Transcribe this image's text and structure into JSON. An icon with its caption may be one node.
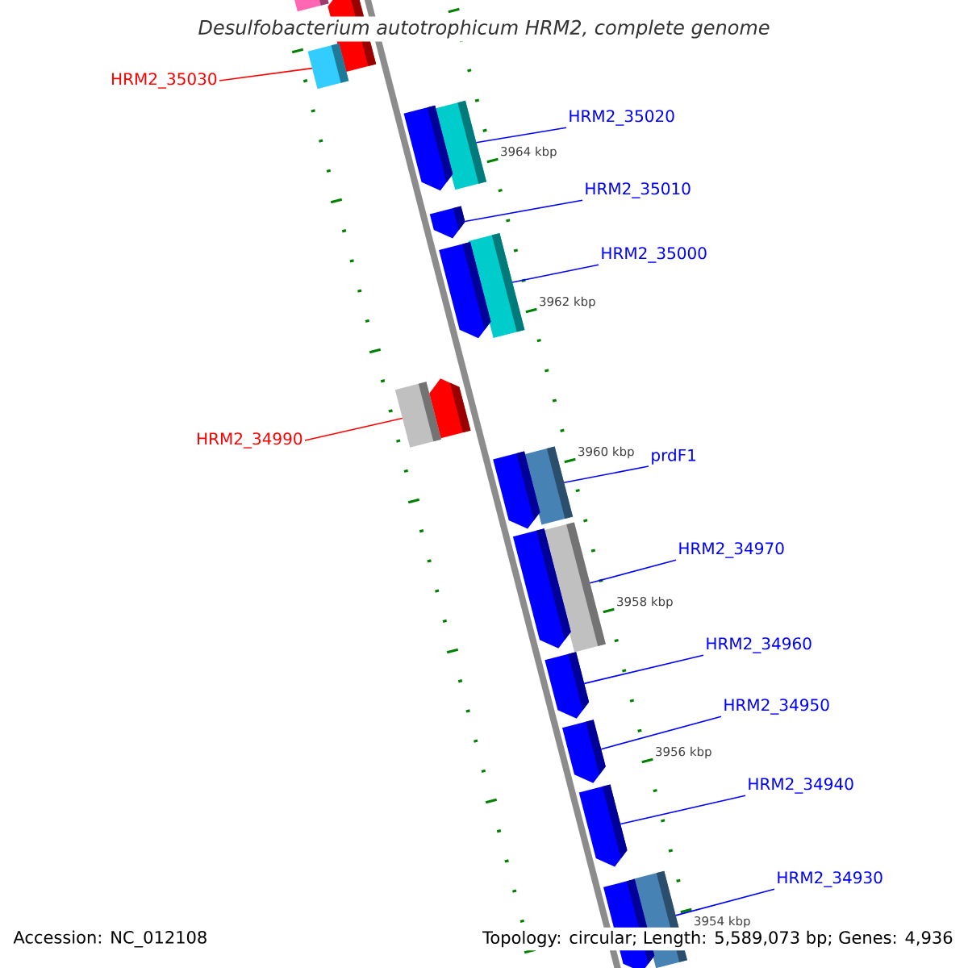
{
  "diagram": {
    "title": "Desulfobacterium autotrophicum HRM2, complete genome",
    "nodes": [
      {
        "text": [],
        "shape": "bar"
      },
      {
        "text": [],
        "shape": "pentagon"
      },
      {
        "text": [],
        "shape": "bar"
      },
      {
        "text": [
          "HRM2_35030"
        ]
      },
      {
        "text": [
          "HRM2_35020"
        ]
      },
      {
        "text": [],
        "shape": "bar"
      },
      {
        "text": [],
        "shape": "pentagon"
      },
      {
        "text": [
          "HRM2_35010"
        ]
      },
      {
        "text": [],
        "shape": "pentagon"
      },
      {
        "text": [
          "HRM2_35000"
        ]
      },
      {
        "text": [],
        "shape": "bar"
      },
      {
        "text": [],
        "shape": "pentagon"
      },
      {
        "text": [],
        "shape": "pentagon"
      },
      {
        "text": [],
        "shape": "bar"
      },
      {
        "text": [
          "HRM2_34990"
        ]
      },
      {
        "text": [
          "prdF1"
        ]
      },
      {
        "text": [],
        "shape": "bar"
      },
      {
        "text": [],
        "shape": "pentagon"
      },
      {
        "text": [
          "HRM2_34970"
        ]
      },
      {
        "text": [],
        "shape": "bar"
      },
      {
        "text": [],
        "shape": "pentagon"
      },
      {
        "text": [
          "HRM2_34960"
        ]
      },
      {
        "text": [],
        "shape": "pentagon"
      },
      {
        "text": [
          "HRM2_34950"
        ]
      },
      {
        "text": [],
        "shape": "pentagon"
      },
      {
        "text": [
          "HRM2_34940"
        ]
      },
      {
        "text": [],
        "shape": "pentagon"
      },
      {
        "text": [
          "HRM2_34930"
        ]
      },
      {
        "text": [],
        "shape": "bar"
      },
      {
        "text": [],
        "shape": "pentagon"
      }
    ],
    "edges": [
      {
        "from": 3,
        "to": 2,
        "arrow": "none",
        "color": "#ff0000"
      },
      {
        "from": 4,
        "to": 5,
        "arrow": "none"
      },
      {
        "from": 7,
        "to": 8,
        "arrow": "none"
      },
      {
        "from": 9,
        "to": 10,
        "arrow": "none"
      },
      {
        "from": 14,
        "to": 13,
        "arrow": "none",
        "color": "#ff0000"
      },
      {
        "from": 15,
        "to": 16,
        "arrow": "none"
      },
      {
        "from": 18,
        "to": 19,
        "arrow": "none"
      },
      {
        "from": 21,
        "to": 22,
        "arrow": "none"
      },
      {
        "from": 23,
        "to": 24,
        "arrow": "none"
      },
      {
        "from": 25,
        "to": 26,
        "arrow": "none"
      },
      {
        "from": 27,
        "to": 28,
        "arrow": "none"
      }
    ],
    "labels": [
      "3964 kbp",
      "3962 kbp",
      "3960 kbp",
      "3958 kbp",
      "3956 kbp",
      "3954 kbp",
      "Accession: NC_012108",
      "Topology: circular; Length: 5,589,073 bp; Genes: 4,936"
    ]
  }
}
